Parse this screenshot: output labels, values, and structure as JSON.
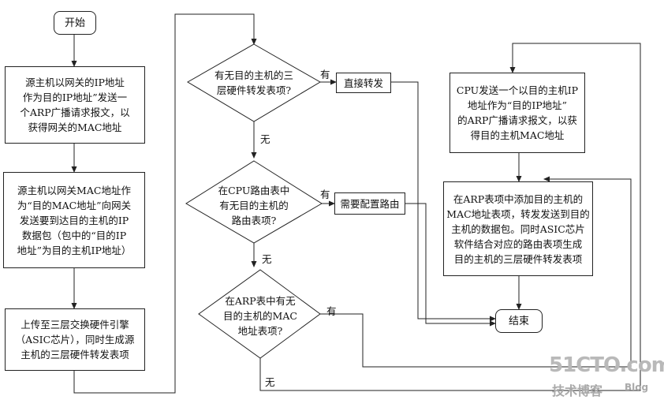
{
  "nodes": {
    "start": "开始",
    "step1": "源主机以网关的IP地址\n作为目的IP地址”发送一\n个ARP广播请求报文，以\n获得网关的MAC地址",
    "step2": "源主机以网关MAC地址作\n为“目的MAC地址”向网关\n发送要到达目的主机的IP\n数据包（包中的“目的IP\n地址”为目的主机IP地址）",
    "step3": "上传至三层交换硬件引擎\n（ASIC芯片），同时生成源\n主机的三层硬件转发表项",
    "q1": "有无目的主机的三\n层硬件转发表项?",
    "direct": "直接转发",
    "q2": "在CPU路由表中\n有无目的主机的\n路由表项?",
    "route": "需要配置路由",
    "q3": "在ARP表中有无\n目的主机的MAC\n地址表项?",
    "cpu_arp": "CPU发送一个以目的主机IP\n地址作为“目的IP地址”\n的ARP广播请求报文，以获\n得目的主机MAC地址",
    "add_arp": "在ARP表项中添加目的主机的\nMAC地址表项，转发发送到目的\n主机的数据包。同时ASIC芯片\n软件结合对应的路由表项生成\n目的主机的三层硬件转发表项",
    "end": "结束"
  },
  "edge_labels": {
    "q1_yes": "有",
    "q1_no": "无",
    "q2_yes": "有",
    "q2_no": "无",
    "q3_yes": "有",
    "q3_no": "无"
  },
  "watermark": {
    "site": "51CTO.com",
    "sub": "技术博客",
    "blog": "Blog"
  }
}
